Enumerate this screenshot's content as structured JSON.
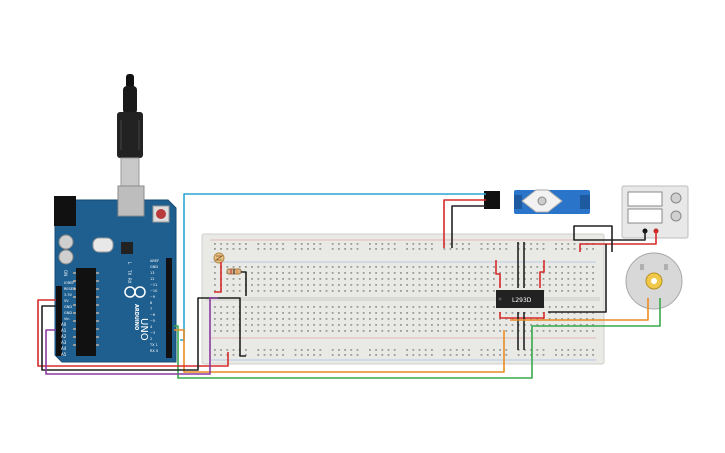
{
  "arduino": {
    "brand": "ARDUINO",
    "model": "UNO",
    "analog_pins": [
      "A0",
      "A1",
      "A2",
      "A3",
      "A4",
      "A5"
    ],
    "power_pins": [
      "IOREF",
      "RESET",
      "3.3V",
      "5V",
      "GND",
      "GND",
      "Vin"
    ],
    "digital_pins": [
      "AREF",
      "GND",
      "13",
      "12",
      "~11",
      "~10",
      "~9",
      "8",
      "7",
      "~6",
      "~5",
      "4",
      "~3",
      "2",
      "TX 1",
      "RX 0"
    ],
    "led_labels": [
      "L",
      "TX",
      "RX"
    ],
    "on_label": "ON"
  },
  "ic": {
    "label": "L293D"
  },
  "colors": {
    "board_blue": "#1f5f8f",
    "breadboard": "#e9e9e6",
    "wire_red": "#d62a2a",
    "wire_black": "#222222",
    "wire_cyan": "#2aa6d3",
    "wire_orange": "#e98b22",
    "wire_green": "#38a84b",
    "wire_purple": "#8b3a9e",
    "servo_blue": "#2a74c9"
  }
}
